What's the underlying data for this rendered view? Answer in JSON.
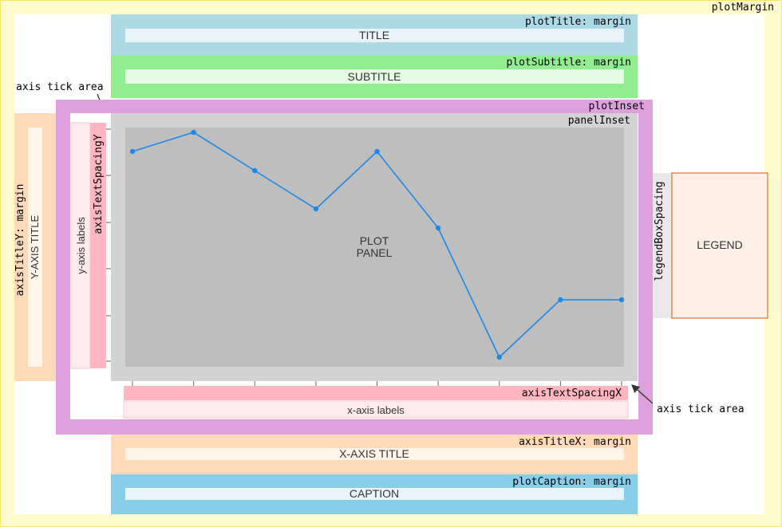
{
  "labels": {
    "plot_margin": "plotMargin",
    "plot_title_margin": "plotTitle: margin",
    "title": "TITLE",
    "plot_subtitle_margin": "plotSubtitle: margin",
    "subtitle": "SUBTITLE",
    "axis_tick_area_top": "axis tick area",
    "plot_inset": "plotInset",
    "panel_inset": "panelInset",
    "axis_title_y_margin": "axisTitleY: margin",
    "y_axis_title": "Y-AXIS TITLE",
    "y_axis_labels": "y-axis labels",
    "axis_text_spacing_y": "axisTextSpacingY",
    "plot_panel_line1": "PLOT",
    "plot_panel_line2": "PANEL",
    "legend_box_spacing": "legendBoxSpacing",
    "legend": "LEGEND",
    "axis_text_spacing_x": "axisTextSpacingX",
    "axis_tick_area_bottom": "axis tick area",
    "x_axis_labels": "x-axis labels",
    "axis_title_x_margin": "axisTitleX: margin",
    "x_axis_title": "X-AXIS TITLE",
    "plot_caption_margin": "plotCaption: margin",
    "caption": "CAPTION"
  },
  "colors": {
    "plot_margin": "#fffbcc",
    "plot_margin_border": "#f5e663",
    "title_band": "#add8e6",
    "subtitle_band": "#90ee90",
    "plot_inset": "#dda0dd",
    "panel_inset": "#d3d3d3",
    "plot_panel": "#bebebe",
    "axis_title_y": "#ffdab9",
    "axis_text_spacing": "#ffb6c1",
    "axis_labels_box": "#ffebee",
    "legend_spacing": "#e8e8e8",
    "legend_box": "#fdf0e6",
    "legend_border": "#e07a3a",
    "axis_title_x": "#ffdab9",
    "caption_band": "#87ceeb",
    "inner_label_box": "#e8f4fa",
    "line": "#1e88e5"
  },
  "series": {
    "values": [
      0.9,
      0.98,
      0.82,
      0.66,
      0.9,
      0.58,
      0.04,
      0.28,
      0.28
    ]
  }
}
